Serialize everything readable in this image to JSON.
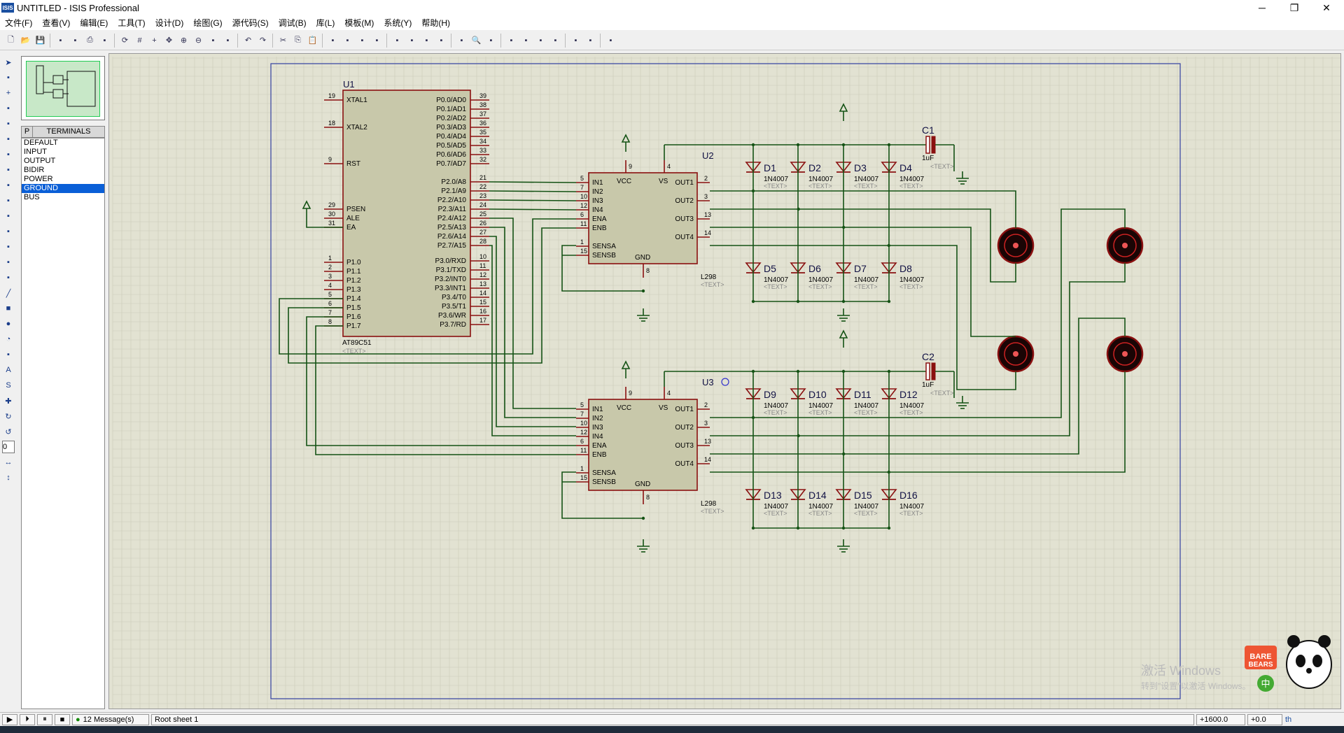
{
  "window": {
    "title": "UNTITLED - ISIS Professional",
    "logo": "ISIS",
    "min": "─",
    "max": "❐",
    "close": "✕"
  },
  "menu": [
    "文件(F)",
    "查看(V)",
    "编辑(E)",
    "工具(T)",
    "设计(D)",
    "绘图(G)",
    "源代码(S)",
    "调试(B)",
    "库(L)",
    "模板(M)",
    "系统(Y)",
    "帮助(H)"
  ],
  "panel": {
    "p_label": "P",
    "header": "TERMINALS",
    "items": [
      "DEFAULT",
      "INPUT",
      "OUTPUT",
      "BIDIR",
      "POWER",
      "GROUND",
      "BUS"
    ],
    "selected": "GROUND",
    "rotation_value": "0"
  },
  "status": {
    "messages": "12 Message(s)",
    "sheet": "Root sheet 1",
    "coord_x": "+1600.0",
    "coord_y": "+0.0",
    "unit": "th"
  },
  "watermark": {
    "line1": "激活 Windows",
    "line2": "转到\"设置\"以激活 Windows。",
    "ime": "中"
  },
  "schematic": {
    "u1": {
      "ref": "U1",
      "part": "AT89C51",
      "text": "<TEXT>",
      "left_pins": [
        [
          "19",
          "XTAL1"
        ],
        [
          "18",
          "XTAL2"
        ],
        [
          "9",
          "RST"
        ],
        [
          "29",
          "PSEN"
        ],
        [
          "30",
          "ALE"
        ],
        [
          "31",
          "EA"
        ],
        [
          "1",
          "P1.0"
        ],
        [
          "2",
          "P1.1"
        ],
        [
          "3",
          "P1.2"
        ],
        [
          "4",
          "P1.3"
        ],
        [
          "5",
          "P1.4"
        ],
        [
          "6",
          "P1.5"
        ],
        [
          "7",
          "P1.6"
        ],
        [
          "8",
          "P1.7"
        ]
      ],
      "right_pins": [
        [
          "39",
          "P0.0/AD0"
        ],
        [
          "38",
          "P0.1/AD1"
        ],
        [
          "37",
          "P0.2/AD2"
        ],
        [
          "36",
          "P0.3/AD3"
        ],
        [
          "35",
          "P0.4/AD4"
        ],
        [
          "34",
          "P0.5/AD5"
        ],
        [
          "33",
          "P0.6/AD6"
        ],
        [
          "32",
          "P0.7/AD7"
        ],
        [
          "21",
          "P2.0/A8"
        ],
        [
          "22",
          "P2.1/A9"
        ],
        [
          "23",
          "P2.2/A10"
        ],
        [
          "24",
          "P2.3/A11"
        ],
        [
          "25",
          "P2.4/A12"
        ],
        [
          "26",
          "P2.5/A13"
        ],
        [
          "27",
          "P2.6/A14"
        ],
        [
          "28",
          "P2.7/A15"
        ],
        [
          "10",
          "P3.0/RXD"
        ],
        [
          "11",
          "P3.1/TXD"
        ],
        [
          "12",
          "P3.2/INT0"
        ],
        [
          "13",
          "P3.3/INT1"
        ],
        [
          "14",
          "P3.4/T0"
        ],
        [
          "15",
          "P3.5/T1"
        ],
        [
          "16",
          "P3.6/WR"
        ],
        [
          "17",
          "P3.7/RD"
        ]
      ]
    },
    "drivers": [
      {
        "ref": "U2",
        "part": "L298",
        "text": "<TEXT>"
      },
      {
        "ref": "U3",
        "part": "L298",
        "text": "<TEXT>"
      }
    ],
    "l298_pins": {
      "left": [
        [
          "5",
          "IN1"
        ],
        [
          "7",
          "IN2"
        ],
        [
          "10",
          "IN3"
        ],
        [
          "12",
          "IN4"
        ],
        [
          "6",
          "ENA"
        ],
        [
          "11",
          "ENB"
        ],
        [
          "1",
          "SENSA"
        ],
        [
          "15",
          "SENSB"
        ]
      ],
      "right": [
        [
          "2",
          "OUT1"
        ],
        [
          "3",
          "OUT2"
        ],
        [
          "13",
          "OUT3"
        ],
        [
          "14",
          "OUT4"
        ]
      ],
      "vcc": [
        "9",
        "VCC"
      ],
      "vs": [
        "4",
        "VS"
      ],
      "gnd": [
        "8",
        "GND"
      ]
    },
    "diodes_top1": [
      "D1",
      "D2",
      "D3",
      "D4"
    ],
    "diodes_bot1": [
      "D5",
      "D6",
      "D7",
      "D8"
    ],
    "diodes_top2": [
      "D9",
      "D10",
      "D11",
      "D12"
    ],
    "diodes_bot2": [
      "D13",
      "D14",
      "D15",
      "D16"
    ],
    "diode_part": "1N4007",
    "caps": [
      {
        "ref": "C1",
        "val": "1uF"
      },
      {
        "ref": "C2",
        "val": "1uF"
      }
    ],
    "text_placeholder": "<TEXT>"
  }
}
